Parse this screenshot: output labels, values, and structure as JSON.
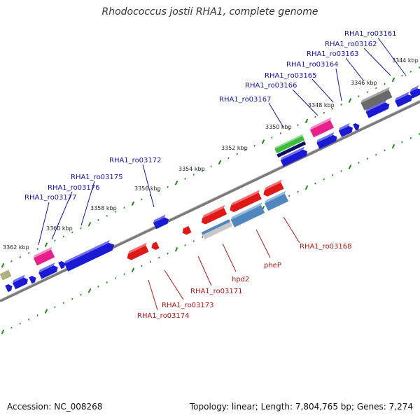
{
  "title": "Rhodococcus jostii RHA1, complete genome",
  "accession": "Accession: NC_008268",
  "topology": "Topology: linear; Length: 7,804,765 bp; Genes: 7,274",
  "colors": {
    "backbone": "#7a7a7a",
    "forward_gene": "#1a1ad4",
    "reverse_gene": "#e01818",
    "hypothetical_gene": "#e8208c",
    "rna": "#3cbc3c",
    "pseudo": "#707070",
    "transporter": "#4f86bf",
    "misc": "#b0b080",
    "tick": "#1e8c1e",
    "label_top": "#1515a8",
    "label_bottom": "#b81414"
  },
  "scale_labels": [
    "3344 kbp",
    "3346 kbp",
    "3348 kbp",
    "3350 kbp",
    "3352 kbp",
    "3354 kbp",
    "3356 kbp",
    "3358 kbp",
    "3360 kbp",
    "3362 kbp"
  ],
  "top_labels": [
    "RHA1_ro03161",
    "RHA1_ro03162",
    "RHA1_ro03163",
    "RHA1_ro03164",
    "RHA1_ro03165",
    "RHA1_ro03166",
    "RHA1_ro03167",
    "RHA1_ro03172",
    "RHA1_ro03175",
    "RHA1_ro03176",
    "RHA1_ro03177"
  ],
  "bottom_labels": [
    "RHA1_ro03168",
    "pheP",
    "hpd2",
    "RHA1_ro03171",
    "RHA1_ro03173",
    "RHA1_ro03174"
  ]
}
